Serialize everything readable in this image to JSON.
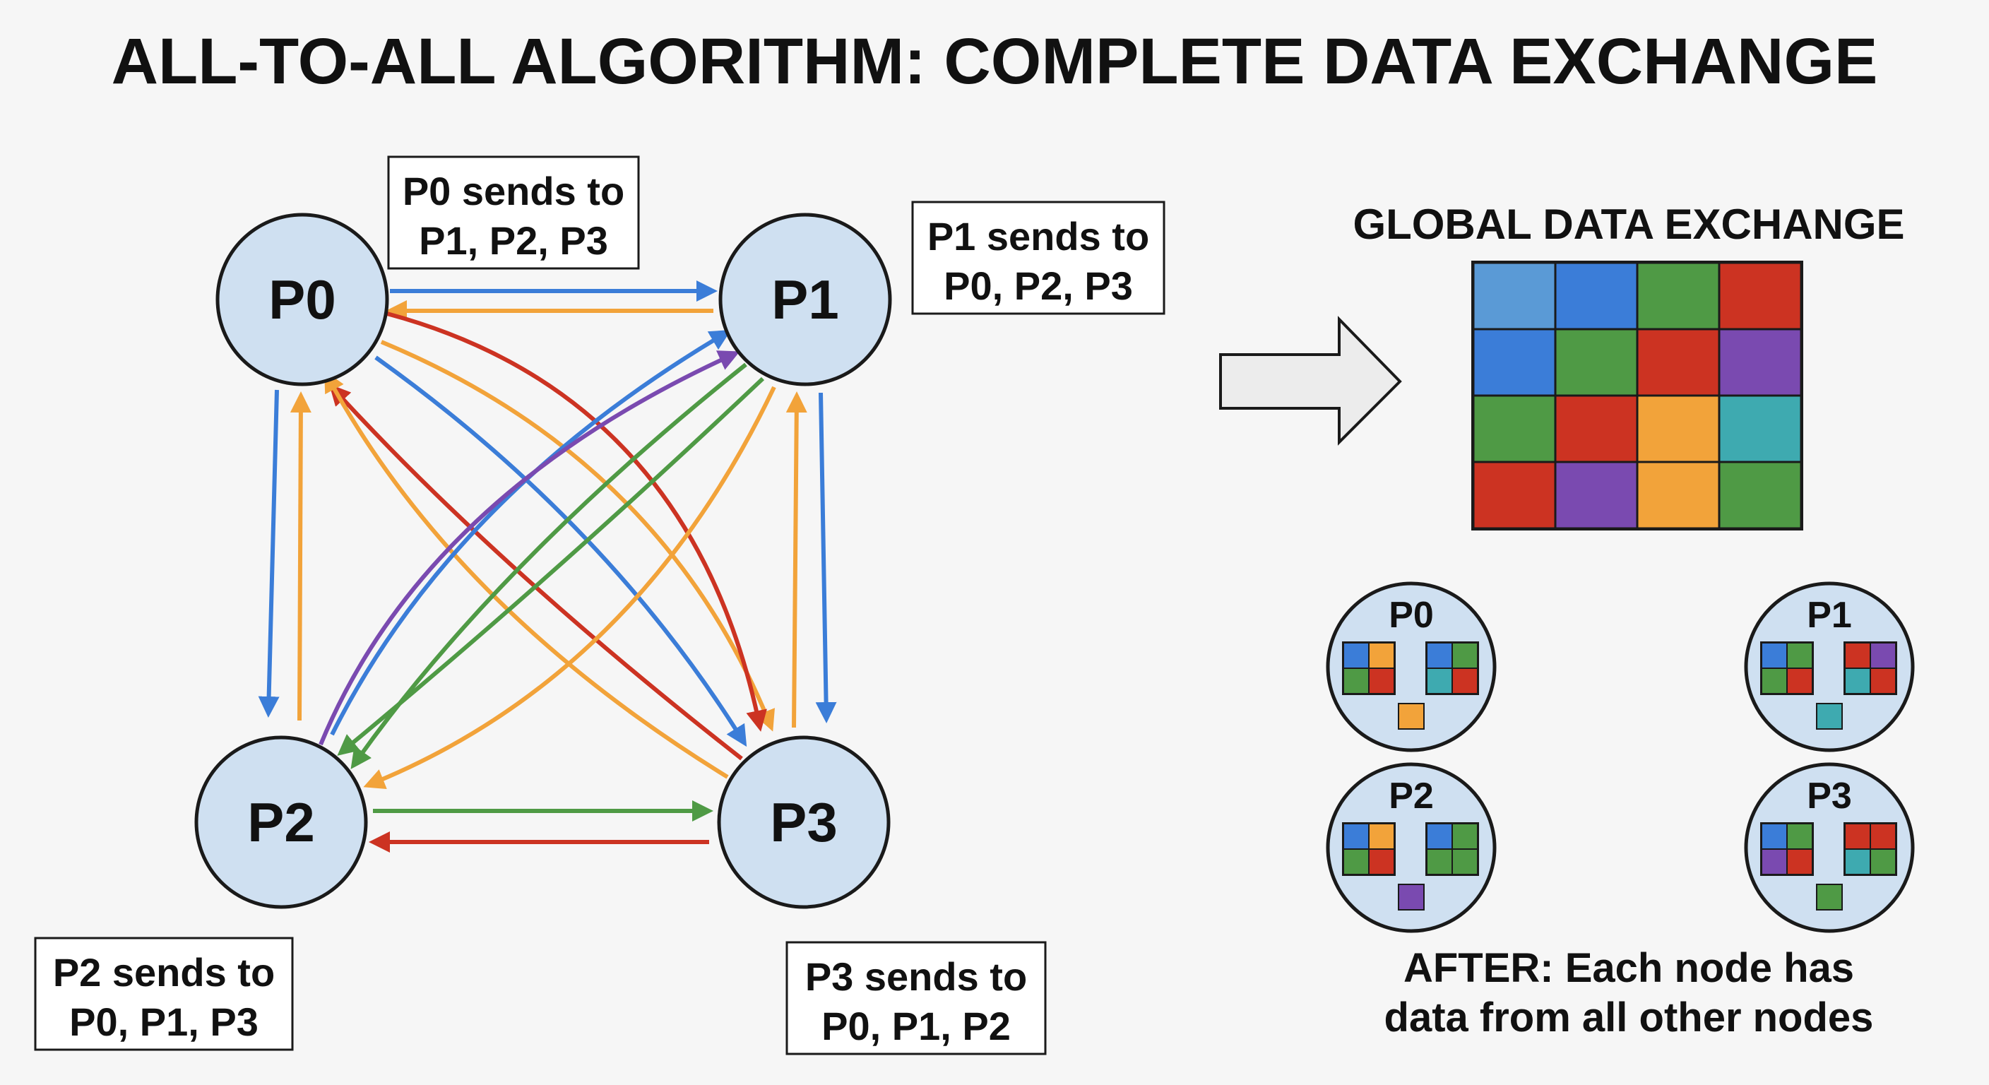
{
  "title": "ALL-TO-ALL ALGORITHM: COMPLETE DATA EXCHANGE",
  "colors": {
    "blue": "#3b7dd8",
    "light_blue": "#5a9ad6",
    "orange": "#f2a33a",
    "red": "#cc3322",
    "green": "#4f9a45",
    "purple": "#7a4ab0",
    "teal": "#3eaab0",
    "yellow": "#f4b03a",
    "node_fill": "#cfe0f1"
  },
  "nodes": [
    {
      "id": "p0",
      "label": "P0"
    },
    {
      "id": "p1",
      "label": "P1"
    },
    {
      "id": "p2",
      "label": "P2"
    },
    {
      "id": "p3",
      "label": "P3"
    }
  ],
  "send_boxes": {
    "p0": {
      "line1": "P0 sends to",
      "line2": "P1, P2, P3"
    },
    "p1": {
      "line1": "P1 sends to",
      "line2": "P0, P2, P3"
    },
    "p2": {
      "line1": "P2 sends to",
      "line2": "P0, P1, P3"
    },
    "p3": {
      "line1": "P3 sends to",
      "line2": "P0, P1, P2"
    }
  },
  "edges": [
    {
      "from": "P0",
      "to": "P1",
      "color": "blue"
    },
    {
      "from": "P1",
      "to": "P0",
      "color": "orange"
    },
    {
      "from": "P0",
      "to": "P2",
      "color": "blue"
    },
    {
      "from": "P2",
      "to": "P0",
      "color": "orange"
    },
    {
      "from": "P1",
      "to": "P3",
      "color": "blue"
    },
    {
      "from": "P3",
      "to": "P1",
      "color": "orange"
    },
    {
      "from": "P2",
      "to": "P3",
      "color": "green"
    },
    {
      "from": "P3",
      "to": "P2",
      "color": "red"
    },
    {
      "from": "P0",
      "to": "P3",
      "color": "blue"
    },
    {
      "from": "P0",
      "to": "P3",
      "color": "orange"
    },
    {
      "from": "P0",
      "to": "P3",
      "color": "red"
    },
    {
      "from": "P3",
      "to": "P0",
      "color": "red"
    },
    {
      "from": "P3",
      "to": "P0",
      "color": "orange"
    },
    {
      "from": "P2",
      "to": "P1",
      "color": "blue"
    },
    {
      "from": "P2",
      "to": "P1",
      "color": "purple"
    },
    {
      "from": "P1",
      "to": "P2",
      "color": "green"
    },
    {
      "from": "P1",
      "to": "P2",
      "color": "green"
    },
    {
      "from": "P3",
      "to": "P2",
      "color": "orange"
    }
  ],
  "global_exchange": {
    "title": "GLOBAL DATA EXCHANGE",
    "matrix": [
      [
        "light_blue",
        "blue",
        "green",
        "red"
      ],
      [
        "blue",
        "green",
        "red",
        "purple"
      ],
      [
        "green",
        "red",
        "orange",
        "teal"
      ],
      [
        "red",
        "purple",
        "orange",
        "green"
      ]
    ]
  },
  "after_nodes": [
    {
      "label": "P0",
      "left": [
        [
          "blue",
          "orange"
        ],
        [
          "green",
          "red"
        ]
      ],
      "right": [
        [
          "blue",
          "green"
        ],
        [
          "teal",
          "red"
        ]
      ],
      "bottom": "orange"
    },
    {
      "label": "P1",
      "left": [
        [
          "blue",
          "green"
        ],
        [
          "green",
          "red"
        ]
      ],
      "right": [
        [
          "red",
          "purple"
        ],
        [
          "teal",
          "red"
        ]
      ],
      "bottom": "teal"
    },
    {
      "label": "P2",
      "left": [
        [
          "blue",
          "orange"
        ],
        [
          "green",
          "red"
        ]
      ],
      "right": [
        [
          "blue",
          "green"
        ],
        [
          "green",
          "green"
        ]
      ],
      "bottom": "purple"
    },
    {
      "label": "P3",
      "left": [
        [
          "blue",
          "green"
        ],
        [
          "purple",
          "red"
        ]
      ],
      "right": [
        [
          "red",
          "red"
        ],
        [
          "teal",
          "green"
        ]
      ],
      "bottom": "green"
    }
  ],
  "after_caption": {
    "line1": "AFTER: Each node has",
    "line2": "data from all other nodes"
  }
}
